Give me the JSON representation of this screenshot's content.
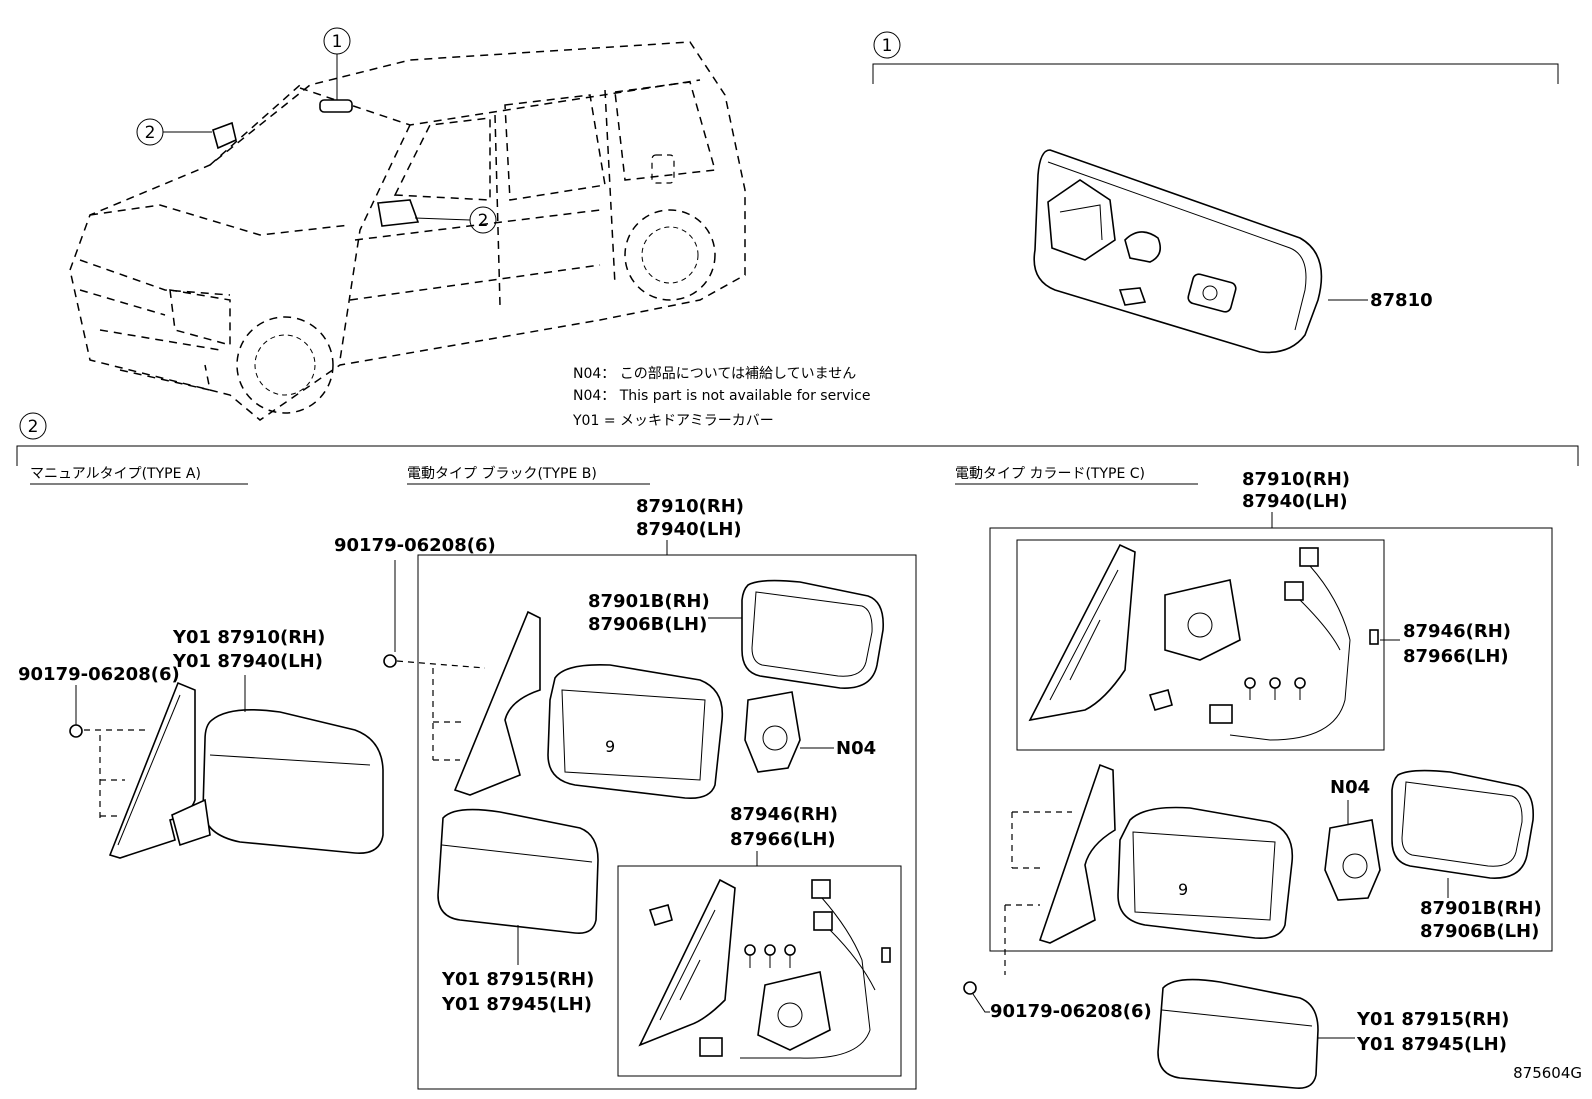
{
  "callouts": {
    "c1": "1",
    "c2": "2"
  },
  "notes": {
    "n1": "N04： この部品については補給していません",
    "n2": "N04： This part is not available for service",
    "n3": "Y01 = メッキドアミラーカバー"
  },
  "sections": {
    "type_a": "マニュアルタイプ(TYPE A)",
    "type_b": "電動タイプ ブラック(TYPE B)",
    "type_c": "電動タイプ カラード(TYPE C)"
  },
  "parts": {
    "inner_mirror": "87810",
    "a_mirror_rh": "Y01 87910(RH)",
    "a_mirror_lh": "Y01 87940(LH)",
    "a_screw": "90179-06208(6)",
    "b_screw": "90179-06208(6)",
    "b_mirror_rh": "87910(RH)",
    "b_mirror_lh": "87940(LH)",
    "b_glass_rh": "87901B(RH)",
    "b_glass_lh": "87906B(LH)",
    "b_n04": "N04",
    "b_motor_rh": "87946(RH)",
    "b_motor_lh": "87966(LH)",
    "b_cover_rh": "Y01 87915(RH)",
    "b_cover_lh": "Y01 87945(LH)",
    "c_mirror_rh": "87910(RH)",
    "c_mirror_lh": "87940(LH)",
    "c_motor_rh": "87946(RH)",
    "c_motor_lh": "87966(LH)",
    "c_n04": "N04",
    "c_glass_rh": "87901B(RH)",
    "c_glass_lh": "87906B(LH)",
    "c_screw": "90179-06208(6)",
    "c_cover_rh": "Y01  87915(RH)",
    "c_cover_lh": "Y01  87945(LH)"
  },
  "figure_id": "875604G"
}
